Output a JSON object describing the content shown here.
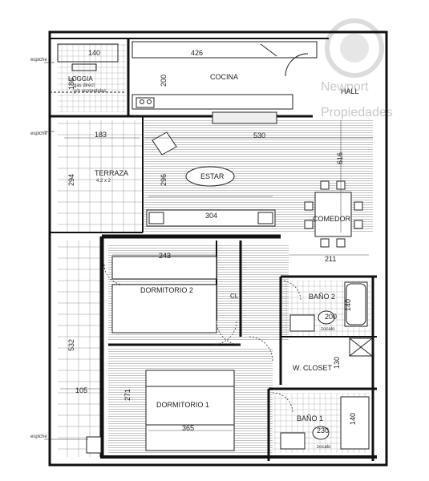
{
  "rooms": {
    "logia": "LOGGIA",
    "logia_note_1": "gas direct",
    "logia_note_2": "y/o acometidas",
    "cocina": "COCINA",
    "hall": "HALL",
    "terraza": "TERRAZA",
    "terraza_area": "4.2 x 2",
    "estar": "ESTAR",
    "comedor": "COMEDOR",
    "dormitorio_2": "DORMITORIO 2",
    "dormitorio_1": "DORMITORIO 1",
    "bano_2": "BAÑO 2",
    "bano_1": "BAÑO 1",
    "walk_closet": "W. CLOSET",
    "cl": "CL",
    "zocalo": "zocalo",
    "zocalo_2": "zocalo"
  },
  "dimensions": {
    "d140": "140",
    "d426": "426",
    "d186": "186",
    "d200": "200",
    "d530": "530",
    "d183": "183",
    "d294": "294",
    "d296": "296",
    "d616": "616",
    "d304": "304",
    "d211": "211",
    "d243": "243",
    "d532": "532",
    "d140b": "140",
    "d200b": "200",
    "d130": "130",
    "d105": "105",
    "d271": "271",
    "d365": "365",
    "d140c": "140",
    "d230": "230"
  },
  "annotations": {
    "espiche_1": "espiche",
    "espiche_2": "espiche",
    "espiche_3": "espiche"
  },
  "watermark": {
    "line1": "Newport",
    "line2": "Propiedades"
  }
}
